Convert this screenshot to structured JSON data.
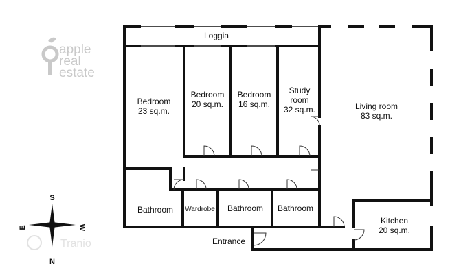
{
  "brand": {
    "logo_lines": [
      "apple",
      "real",
      "estate"
    ],
    "logo_color": "#c9c9c9"
  },
  "rooms": {
    "loggia": {
      "name": "Loggia"
    },
    "bedroom1": {
      "name": "Bedroom",
      "area": "23 sq.m."
    },
    "bedroom2": {
      "name": "Bedroom",
      "area": "20 sq.m."
    },
    "bedroom3": {
      "name": "Bedroom",
      "area": "16 sq.m."
    },
    "study": {
      "name_line1": "Study",
      "name_line2": "room",
      "area": "32 sq.m."
    },
    "living": {
      "name": "Living room",
      "area": "83 sq.m."
    },
    "bathroom1": {
      "name": "Bathroom"
    },
    "wardrobe": {
      "name": "Wardrobe"
    },
    "bathroom2": {
      "name": "Bathroom"
    },
    "bathroom3": {
      "name": "Bathroom"
    },
    "kitchen": {
      "name": "Kitchen",
      "area": "20 sq.m."
    },
    "entrance": {
      "name": "Entrance"
    }
  },
  "compass": {
    "north": "N",
    "south": "S",
    "east": "E",
    "west": "W"
  },
  "watermark": {
    "text": "Tranio"
  },
  "colors": {
    "wall": "#111111",
    "window": "#ffffff"
  }
}
